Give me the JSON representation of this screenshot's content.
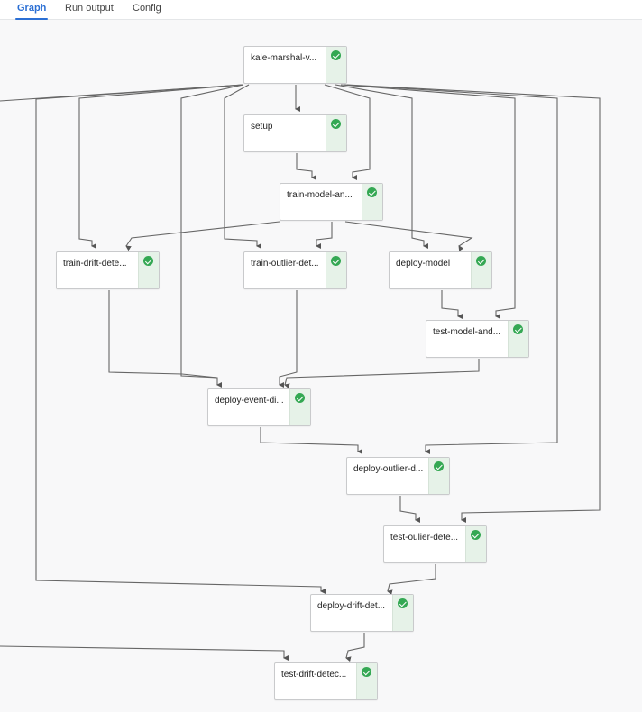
{
  "tabs": [
    {
      "label": "Graph",
      "active": true
    },
    {
      "label": "Run output",
      "active": false
    },
    {
      "label": "Config",
      "active": false
    }
  ],
  "accent_color": "#2b6fd4",
  "status_color": "#34a853",
  "nodes": [
    {
      "id": "kale-marshal",
      "label": "kale-marshal-v...",
      "status": "succeeded",
      "status_icon": "check-circle-icon"
    },
    {
      "id": "setup",
      "label": "setup",
      "status": "succeeded",
      "status_icon": "check-circle-icon"
    },
    {
      "id": "train-model",
      "label": "train-model-an...",
      "status": "succeeded",
      "status_icon": "check-circle-icon"
    },
    {
      "id": "train-drift",
      "label": "train-drift-dete...",
      "status": "succeeded",
      "status_icon": "check-circle-icon"
    },
    {
      "id": "train-outlier",
      "label": "train-outlier-det...",
      "status": "succeeded",
      "status_icon": "check-circle-icon"
    },
    {
      "id": "deploy-model",
      "label": "deploy-model",
      "status": "succeeded",
      "status_icon": "check-circle-icon"
    },
    {
      "id": "test-model",
      "label": "test-model-and...",
      "status": "succeeded",
      "status_icon": "check-circle-icon"
    },
    {
      "id": "deploy-event",
      "label": "deploy-event-di...",
      "status": "succeeded",
      "status_icon": "check-circle-icon"
    },
    {
      "id": "deploy-outlier",
      "label": "deploy-outlier-d...",
      "status": "succeeded",
      "status_icon": "check-circle-icon"
    },
    {
      "id": "test-oulier",
      "label": "test-oulier-dete...",
      "status": "succeeded",
      "status_icon": "check-circle-icon"
    },
    {
      "id": "deploy-drift",
      "label": "deploy-drift-det...",
      "status": "succeeded",
      "status_icon": "check-circle-icon"
    },
    {
      "id": "test-drift",
      "label": "test-drift-detec...",
      "status": "succeeded",
      "status_icon": "check-circle-icon"
    }
  ]
}
